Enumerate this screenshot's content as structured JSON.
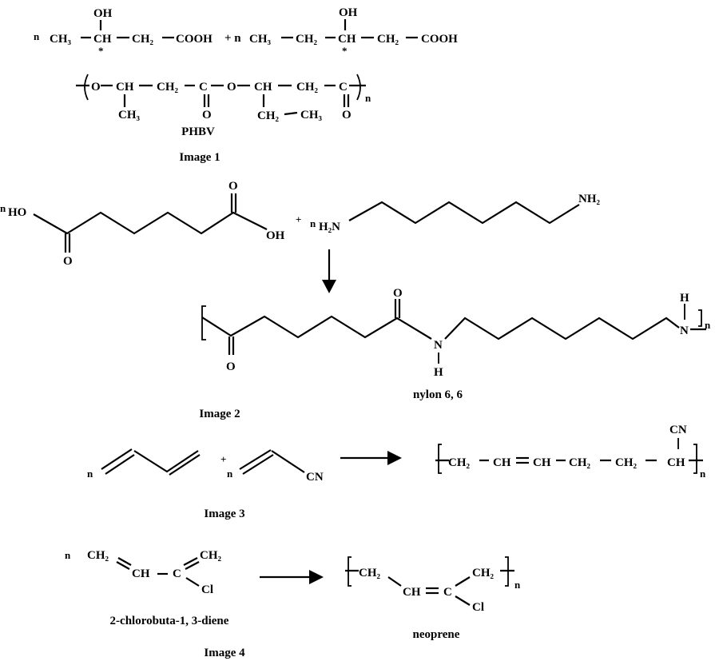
{
  "image1": {
    "r1": {
      "n": "n",
      "ch3": "CH₃",
      "ch": "CH",
      "oh": "OH",
      "star": "*",
      "ch2": "CH₂",
      "cooh": "COOH"
    },
    "plus": "+ n",
    "r2": {
      "ch3": "CH₃",
      "ch2a": "CH₂",
      "ch": "CH",
      "oh": "OH",
      "star": "*",
      "ch2b": "CH₂",
      "cooh": "COOH"
    },
    "product": {
      "o1": "O",
      "ch1": "CH",
      "ch3_1": "CH₃",
      "ch2_1": "CH₂",
      "c1": "C",
      "o_dbl1": "O",
      "o2": "O",
      "ch2": "CH",
      "ch2_side": "CH₂",
      "ch3_side": "CH₃",
      "ch2_2": "CH₂",
      "c2": "C",
      "o_dbl2": "O",
      "n": "n"
    },
    "product_name": "PHBV",
    "caption": "Image 1"
  },
  "image2": {
    "acid": {
      "n": "n",
      "ho": "HO",
      "o_bottom": "O",
      "o_top": "O",
      "oh": "OH"
    },
    "plus": "+",
    "amine": {
      "n": "n",
      "h2n": "H₂N",
      "nh2": "NH₂"
    },
    "product": {
      "o_bottom": "O",
      "o_top": "O",
      "n1": "N",
      "h1": "H",
      "n2": "N",
      "h2": "H",
      "n": "n"
    },
    "product_name": "nylon 6, 6",
    "caption": "Image 2"
  },
  "image3": {
    "n1": "n",
    "plus": "+",
    "n2": "n",
    "cn": "CN",
    "product": {
      "ch2a": "CH₂",
      "ch_a": "CH",
      "ch_b": "CH",
      "ch2b": "CH₂",
      "ch2c": "CH₂",
      "ch_c": "CH",
      "cn": "CN",
      "n": "n"
    },
    "caption": "Image 3"
  },
  "image4": {
    "monomer": {
      "n": "n",
      "ch2a": "CH₂",
      "ch": "CH",
      "c": "C",
      "ch2b": "CH₂",
      "cl": "Cl"
    },
    "monomer_name": "2-chlorobuta-1, 3-diene",
    "product": {
      "ch2a": "CH₂",
      "ch": "CH",
      "c": "C",
      "ch2b": "CH₂",
      "cl": "Cl",
      "n": "n"
    },
    "product_name": "neoprene",
    "caption": "Image 4"
  }
}
